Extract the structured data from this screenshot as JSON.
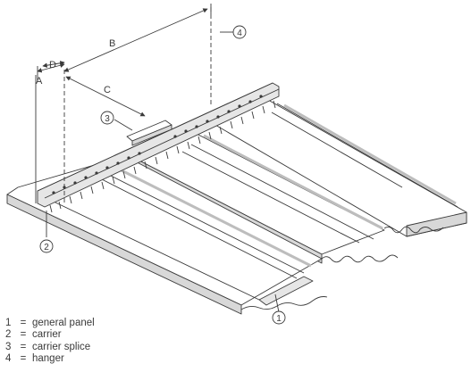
{
  "dimensions": {
    "a": "A",
    "b": "B",
    "c": "C",
    "d": "D"
  },
  "callouts": {
    "general_panel": "1",
    "carrier": "2",
    "carrier_splice": "3",
    "hanger": "4"
  },
  "legend": [
    {
      "number": "1",
      "separator": "=",
      "label": "general panel"
    },
    {
      "number": "2",
      "separator": "=",
      "label": "carrier"
    },
    {
      "number": "3",
      "separator": "=",
      "label": "carrier splice"
    },
    {
      "number": "4",
      "separator": "=",
      "label": "hanger"
    }
  ],
  "colors": {
    "line": "#3a3a3a",
    "panel_fill": "#ffffff",
    "shadow": "#bdbdbd",
    "carrier_fill": "#e6e6e6"
  }
}
